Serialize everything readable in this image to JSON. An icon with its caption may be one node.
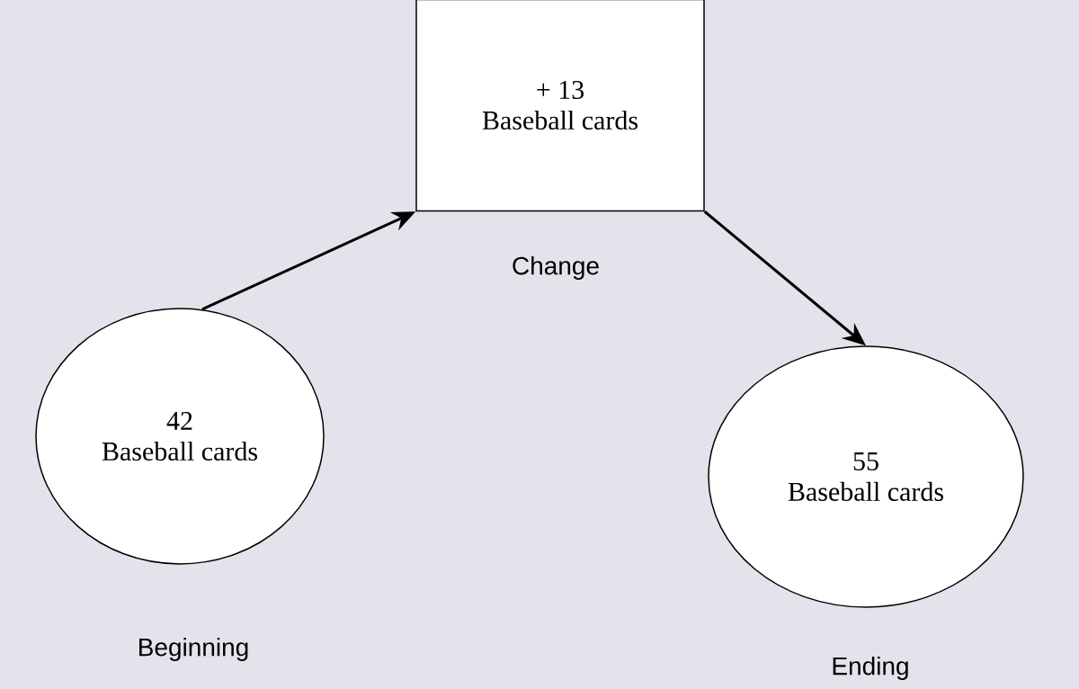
{
  "diagram": {
    "nodes": [
      {
        "text": [
          "42",
          "Baseball cards"
        ],
        "beside": [
          "Beginning"
        ]
      },
      {
        "text": [
          "+ 13",
          "Baseball cards"
        ],
        "beside": [
          "Change"
        ]
      },
      {
        "text": [
          "55",
          "Baseball cards"
        ],
        "beside": [
          "Ending"
        ]
      }
    ],
    "edges": [
      {
        "from": 0,
        "to": 1,
        "arrow": "to"
      },
      {
        "from": 1,
        "to": 2,
        "arrow": "to"
      }
    ]
  }
}
